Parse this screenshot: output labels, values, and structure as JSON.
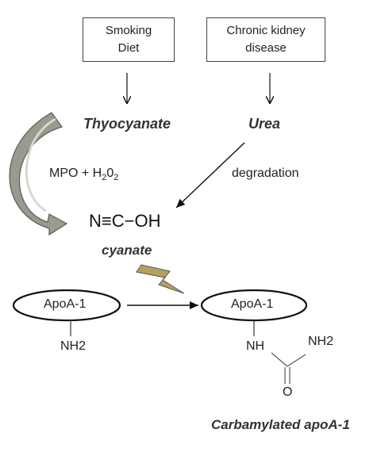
{
  "sources": {
    "left_line1": "Smoking",
    "left_line2": "Diet",
    "right_line1": "Chronic kidney",
    "right_line2": "disease"
  },
  "intermediates": {
    "left": "Thyocyanate",
    "right": "Urea"
  },
  "reaction": {
    "enzyme_prefix": "MPO + H",
    "enzyme_sub1": "2",
    "enzyme_mid": "0",
    "enzyme_sub2": "2",
    "degradation": "degradation"
  },
  "product": {
    "formula": "N≡C−OH",
    "name": "cyanate"
  },
  "proteins": {
    "left_label": "ApoA-1",
    "left_group": "NH2",
    "right_label": "ApoA-1",
    "right_nh": "NH",
    "right_nh2": "NH2",
    "right_o": "O",
    "result": "Carbamylated apoA-1"
  },
  "colors": {
    "curved_arrow_fill": "#9a9a90",
    "lightning_fill": "#b9a060"
  }
}
